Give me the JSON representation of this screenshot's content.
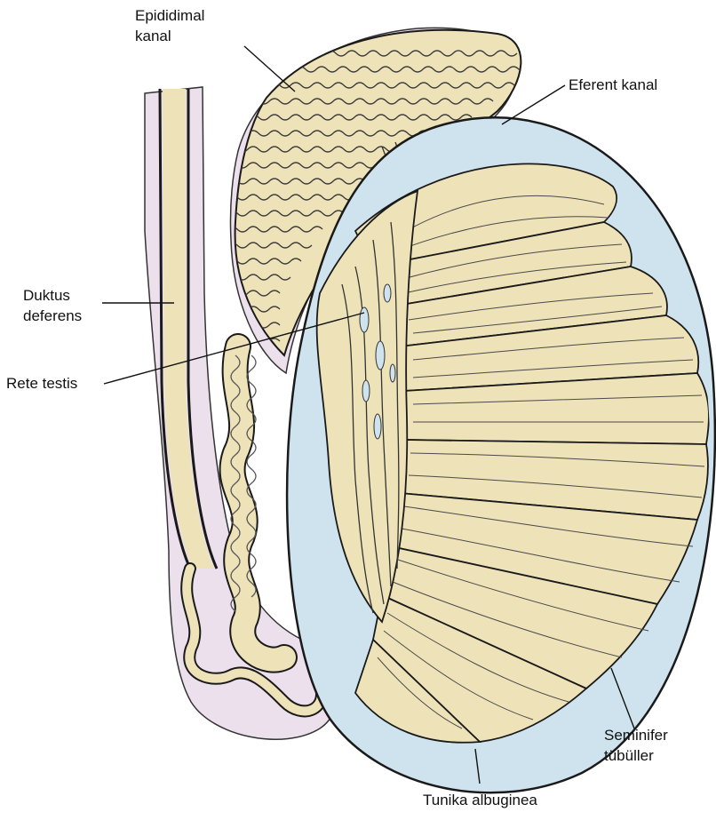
{
  "diagram": {
    "labels": {
      "epididymal_line1": "Epididimal",
      "epididymal_line2": "kanal",
      "efferent": "Eferent kanal",
      "ductus_line1": "Duktus",
      "ductus_line2": "deferens",
      "rete": "Rete testis",
      "seminiferous_line1": "Seminifer",
      "seminiferous_line2": "tübüller",
      "tunica": "Tunika albuginea"
    },
    "colors": {
      "tubule_fill": "#eee2b8",
      "capsule_fill": "#cfe3ee",
      "sheath_fill": "#ece0ec",
      "outline": "#1a1a1a"
    }
  }
}
